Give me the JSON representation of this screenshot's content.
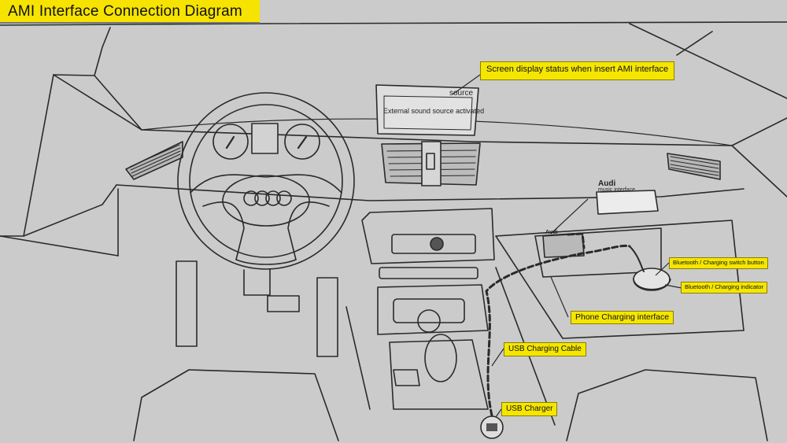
{
  "title": "AMI Interface Connection Diagram",
  "screen": {
    "header": "source",
    "message": "External sound source activated"
  },
  "connector": {
    "brand": "Audi",
    "subtitle": "music interface",
    "port_brand": "Audi"
  },
  "callouts": {
    "screen_status": "Screen display status when insert AMI interface",
    "switch_button": "Bluetooth / Charging switch button",
    "indicator": "Bluetooth / Charging indicator",
    "phone_charging": "Phone Charging interface",
    "usb_cable": "USB Charging Cable",
    "usb_charger": "USB Charger"
  },
  "colors": {
    "callout_fill": "#f5e600",
    "line": "#2a2a2a",
    "background": "#cbcbcb"
  }
}
